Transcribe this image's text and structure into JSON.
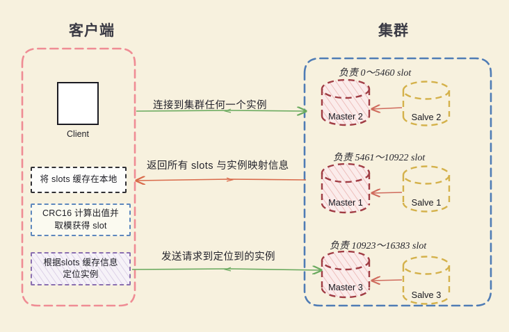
{
  "background_color": "#f7f1de",
  "sections": {
    "client": {
      "title": "客户端",
      "border_color": "#ef8c94",
      "icon_name": "client-scribble-icon",
      "icon_label": "Client",
      "boxes": [
        {
          "id": "cache",
          "text": "将 slots 缓存在本地",
          "border_color": "#2f2f33",
          "fill": "#fdfdfb"
        },
        {
          "id": "crc",
          "line1": "CRC16 计算出值并",
          "line2": "取模获得 slot",
          "border_color": "#5d87bd",
          "fill": "#fbfaf0"
        },
        {
          "id": "locate",
          "line1": "根据slots 缓存信息",
          "line2": "定位实例",
          "border_color": "#8a6fb0",
          "fill": "hatch-purple"
        }
      ]
    },
    "cluster": {
      "title": "集群",
      "border_color": "#4f7cb5",
      "groups": [
        {
          "caption": "负责 0～5460 slot",
          "master": "Master 2",
          "slave": "Salve 2",
          "master_color": "#a03c44",
          "slave_color": "#d4b14a"
        },
        {
          "caption": "负责 5461～10922 slot",
          "master": "Master 1",
          "slave": "Salve 1",
          "master_color": "#a03c44",
          "slave_color": "#d4b14a"
        },
        {
          "caption": "负责 10923～16383 slot",
          "master": "Master 3",
          "slave": "Salve 3",
          "master_color": "#a03c44",
          "slave_color": "#d4b14a"
        }
      ]
    }
  },
  "flows": [
    {
      "id": "connect",
      "label": "连接到集群任何一个实例",
      "color": "#6aaa5e",
      "direction": "client-to-cluster"
    },
    {
      "id": "return-slots",
      "label": "返回所有 slots 与实例映射信息",
      "color": "#d96a4a",
      "direction": "cluster-to-client"
    },
    {
      "id": "send-request",
      "label": "发送请求到定位到的实例",
      "color": "#6aaa5e",
      "direction": "client-to-cluster"
    }
  ]
}
